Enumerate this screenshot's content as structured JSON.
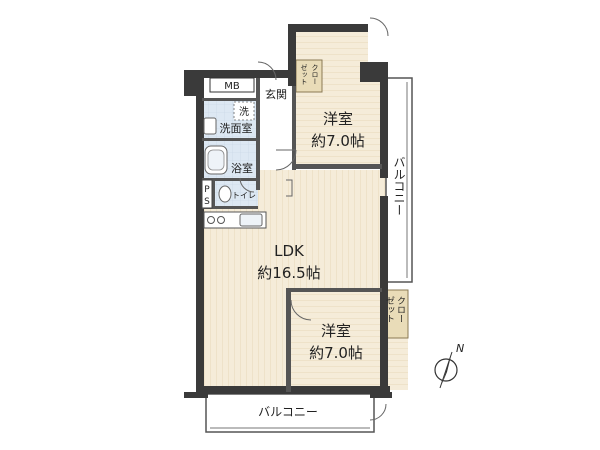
{
  "floorplan": {
    "rooms": {
      "bedroom_top": {
        "name": "洋室",
        "size": "約7.0帖"
      },
      "bedroom_bottom": {
        "name": "洋室",
        "size": "約7.0帖"
      },
      "ldk": {
        "name": "LDK",
        "size": "約16.5帖"
      },
      "entrance": "玄関",
      "washroom": "洗面室",
      "washer": "洗",
      "bathroom": "浴室",
      "toilet": "トイレ",
      "meter_box": "MB",
      "pipe_space": [
        "P",
        "S"
      ],
      "closet_top": [
        "クロー",
        "ゼット"
      ],
      "closet_right": [
        "クロー",
        "ゼット"
      ]
    },
    "balconies": {
      "east": "バルコニー",
      "south": "バルコニー"
    },
    "compass": {
      "letter": "N"
    }
  },
  "colors": {
    "wall": "#3a3a3a",
    "floor_wood": "#f5ecd9",
    "floor_wood_line": "#e6d7b9",
    "wet_area": "#dde8f3",
    "closet": "#e9dcb8",
    "hallway": "#ffffff",
    "balcony": "#ffffff"
  }
}
